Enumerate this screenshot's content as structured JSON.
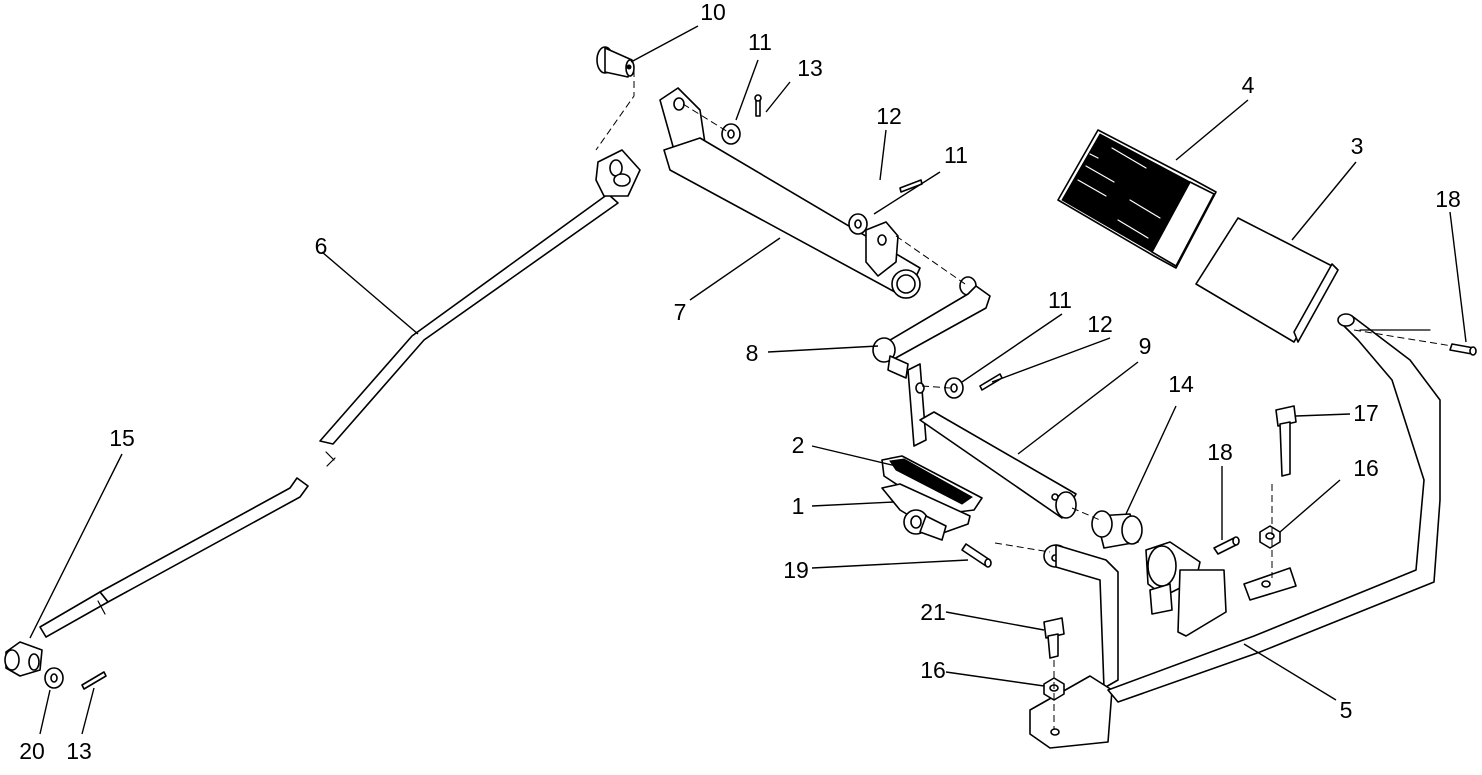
{
  "diagram": {
    "callouts": {
      "p1": "1",
      "p2": "2",
      "p3": "3",
      "p4": "4",
      "p5": "5",
      "p6": "6",
      "p7": "7",
      "p8": "8",
      "p9": "9",
      "p10": "10",
      "p11a": "11",
      "p11b": "11",
      "p11c": "11",
      "p12a": "12",
      "p12b": "12",
      "p13a": "13",
      "p13b": "13",
      "p14": "14",
      "p15": "15",
      "p16a": "16",
      "p16b": "16",
      "p17": "17",
      "p18a": "18",
      "p18b": "18",
      "p19": "19",
      "p20": "20",
      "p21": "21"
    }
  }
}
